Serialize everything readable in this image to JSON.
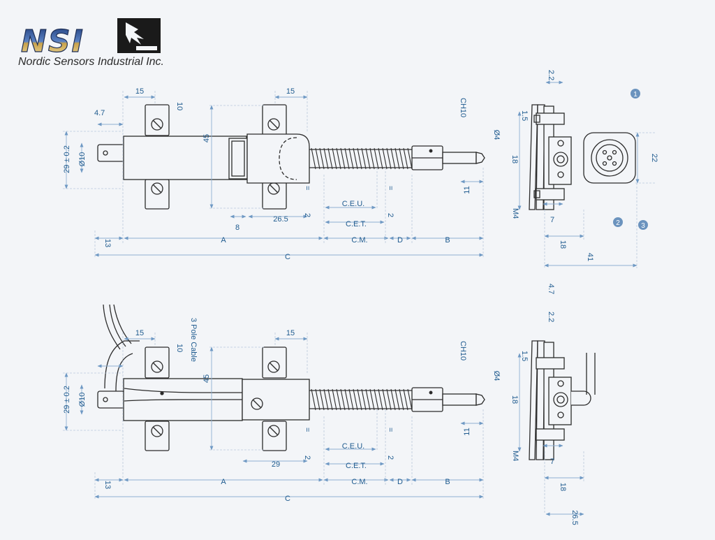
{
  "logo": {
    "mark": "NSI",
    "company": "Nordic Sensors Industrial Inc."
  },
  "colors": {
    "background": "#f3f5f8",
    "outline": "#2b2b2b",
    "dimension": "#1f5b8f",
    "dim_line": "#7ea6cc",
    "badge": "#6b93be"
  },
  "top_view": {
    "dims": {
      "d15a": "15",
      "d15b": "15",
      "d10": "10",
      "d47": "4.7",
      "d45": "45",
      "d29": "29 ± 0.2",
      "d010": "Ø10",
      "ch10": "CH10",
      "d04": "Ø4",
      "d11": "11",
      "d8": "8",
      "d265": "26.5",
      "d2a": "2",
      "d2b": "2",
      "eqa": "=",
      "eqb": "=",
      "ceu": "C.E.U.",
      "cet": "C.E.T.",
      "d13": "13",
      "A": "A",
      "cm": "C.M.",
      "D": "D",
      "B": "B",
      "C": "C"
    }
  },
  "top_side": {
    "dims": {
      "d22a": "2.2",
      "d15": "1.5",
      "d18a": "18",
      "m4": "M4",
      "d7": "7",
      "d18b": "18",
      "d41": "41",
      "d22": "22"
    },
    "badges": [
      "1",
      "2",
      "3"
    ]
  },
  "bottom_view": {
    "dims": {
      "d15a": "15",
      "d15b": "15",
      "d10": "10",
      "cable": "3 Pole Cable",
      "d45": "45",
      "d29": "29 ± 0.2",
      "d010": "Ø10",
      "ch10": "CH10",
      "d04": "Ø4",
      "d11": "11",
      "d29w": "29",
      "d2a": "2",
      "d2b": "2",
      "eqa": "=",
      "eqb": "=",
      "ceu": "C.E.U.",
      "cet": "C.E.T.",
      "d13": "13",
      "A": "A",
      "cm": "C.M.",
      "D": "D",
      "B": "B",
      "C": "C"
    }
  },
  "bottom_side": {
    "dims": {
      "d47": "4.7",
      "d22a": "2.2",
      "d15": "1.5",
      "d18a": "18",
      "m4": "M4",
      "d7": "7",
      "d18b": "18",
      "d265": "26.5"
    }
  }
}
